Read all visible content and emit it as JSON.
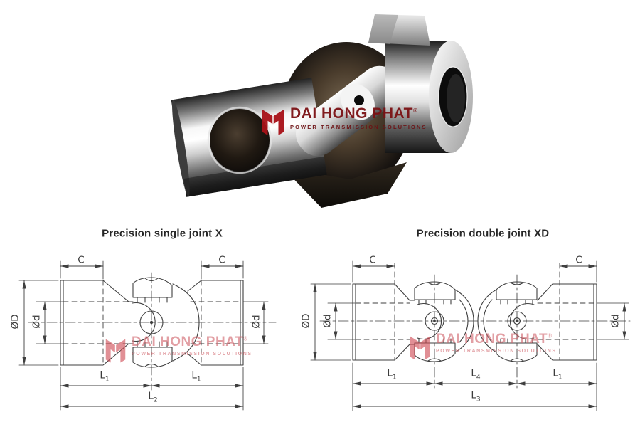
{
  "watermark": {
    "logo_icon": "dai-hong-phat-wings-logo",
    "brand": "DAI HONG PHAT",
    "registered_mark": "®",
    "tagline": "POWER TRANSMISSION SOLUTIONS",
    "accent_color": "#c1121f"
  },
  "drawings": {
    "single": {
      "title": "Precision single joint X",
      "dims": {
        "c": "C",
        "outer_dia": "ØD",
        "inner_dia": "Ød",
        "l1": {
          "base": "L",
          "sub": "1"
        },
        "l2": {
          "base": "L",
          "sub": "2"
        }
      }
    },
    "double": {
      "title": "Precision double joint XD",
      "dims": {
        "c": "C",
        "outer_dia": "ØD",
        "inner_dia": "Ød",
        "l1": {
          "base": "L",
          "sub": "1"
        },
        "l3": {
          "base": "L",
          "sub": "3"
        },
        "l4": {
          "base": "L",
          "sub": "4"
        }
      }
    }
  },
  "style": {
    "line_color": "#3f3f3f",
    "title_color": "#262626",
    "dim_text_color": "#3c3c3c"
  }
}
